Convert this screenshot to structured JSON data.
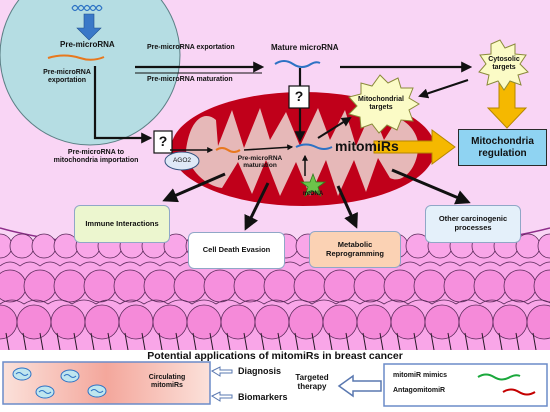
{
  "labels": {
    "premicro_title": "Pre-microRNA",
    "premicro_export_nucleus": "Pre-microRNA\nexportation",
    "premicro_exportation": "Pre-microRNA exportation",
    "premicro_maturation_top": "Pre-microRNA maturation",
    "mature_microrna": "Mature microRNA",
    "cytosolic_targets": "Cytosolic\ntargets",
    "mito_targets": "Mitochondrial\ntargets",
    "question_mark": "?",
    "ago2": "AGO2",
    "importation": "Pre-microRNA to\nmitochondria importation",
    "premicro_maturation_mito": "Pre-microRNA\nmaturation",
    "mitomirs": "mitomiRs",
    "mtdna": "mtDNA",
    "mito_regulation": "Mitochondria\nregulation",
    "immune": "Immune Interactions",
    "cell_death": "Cell Death Evasion",
    "metabolic": "Metabolic\nReprogramming",
    "carcinogenic": "Other carcinogenic\nprocesses",
    "applications_title": "Potential applications of mitomiRs in breast cancer",
    "circulating": "Circulating\nmitomiRs",
    "diagnosis": "Diagnosis",
    "biomarkers": "Biomarkers",
    "targeted_therapy": "Targeted\ntherapy",
    "mimics": "mitomiR mimics",
    "antagomitomir": "AntagomitomiR"
  },
  "colors": {
    "cell_bg": "#f9d5f5",
    "nucleus": "#b5dde3",
    "mito_outer": "#c0001a",
    "mito_inner": "#e6b8b8",
    "mito_regulation_box": "#8fd3f2",
    "immune_box": "#ecf6cf",
    "metabolic_box": "#fbd2b4",
    "carcinogenic_box": "#e4f0fa",
    "starburst": "#fbfbc6",
    "yellow_arrow": "#f5b800",
    "membrane_fill": "#f9a6e8",
    "circulating_box": "#f7b2a4",
    "mimic_green": "#1aa83c",
    "antagomir_red": "#c40000",
    "rna_orange": "#e8781e",
    "rna_blue": "#2d72c4"
  }
}
